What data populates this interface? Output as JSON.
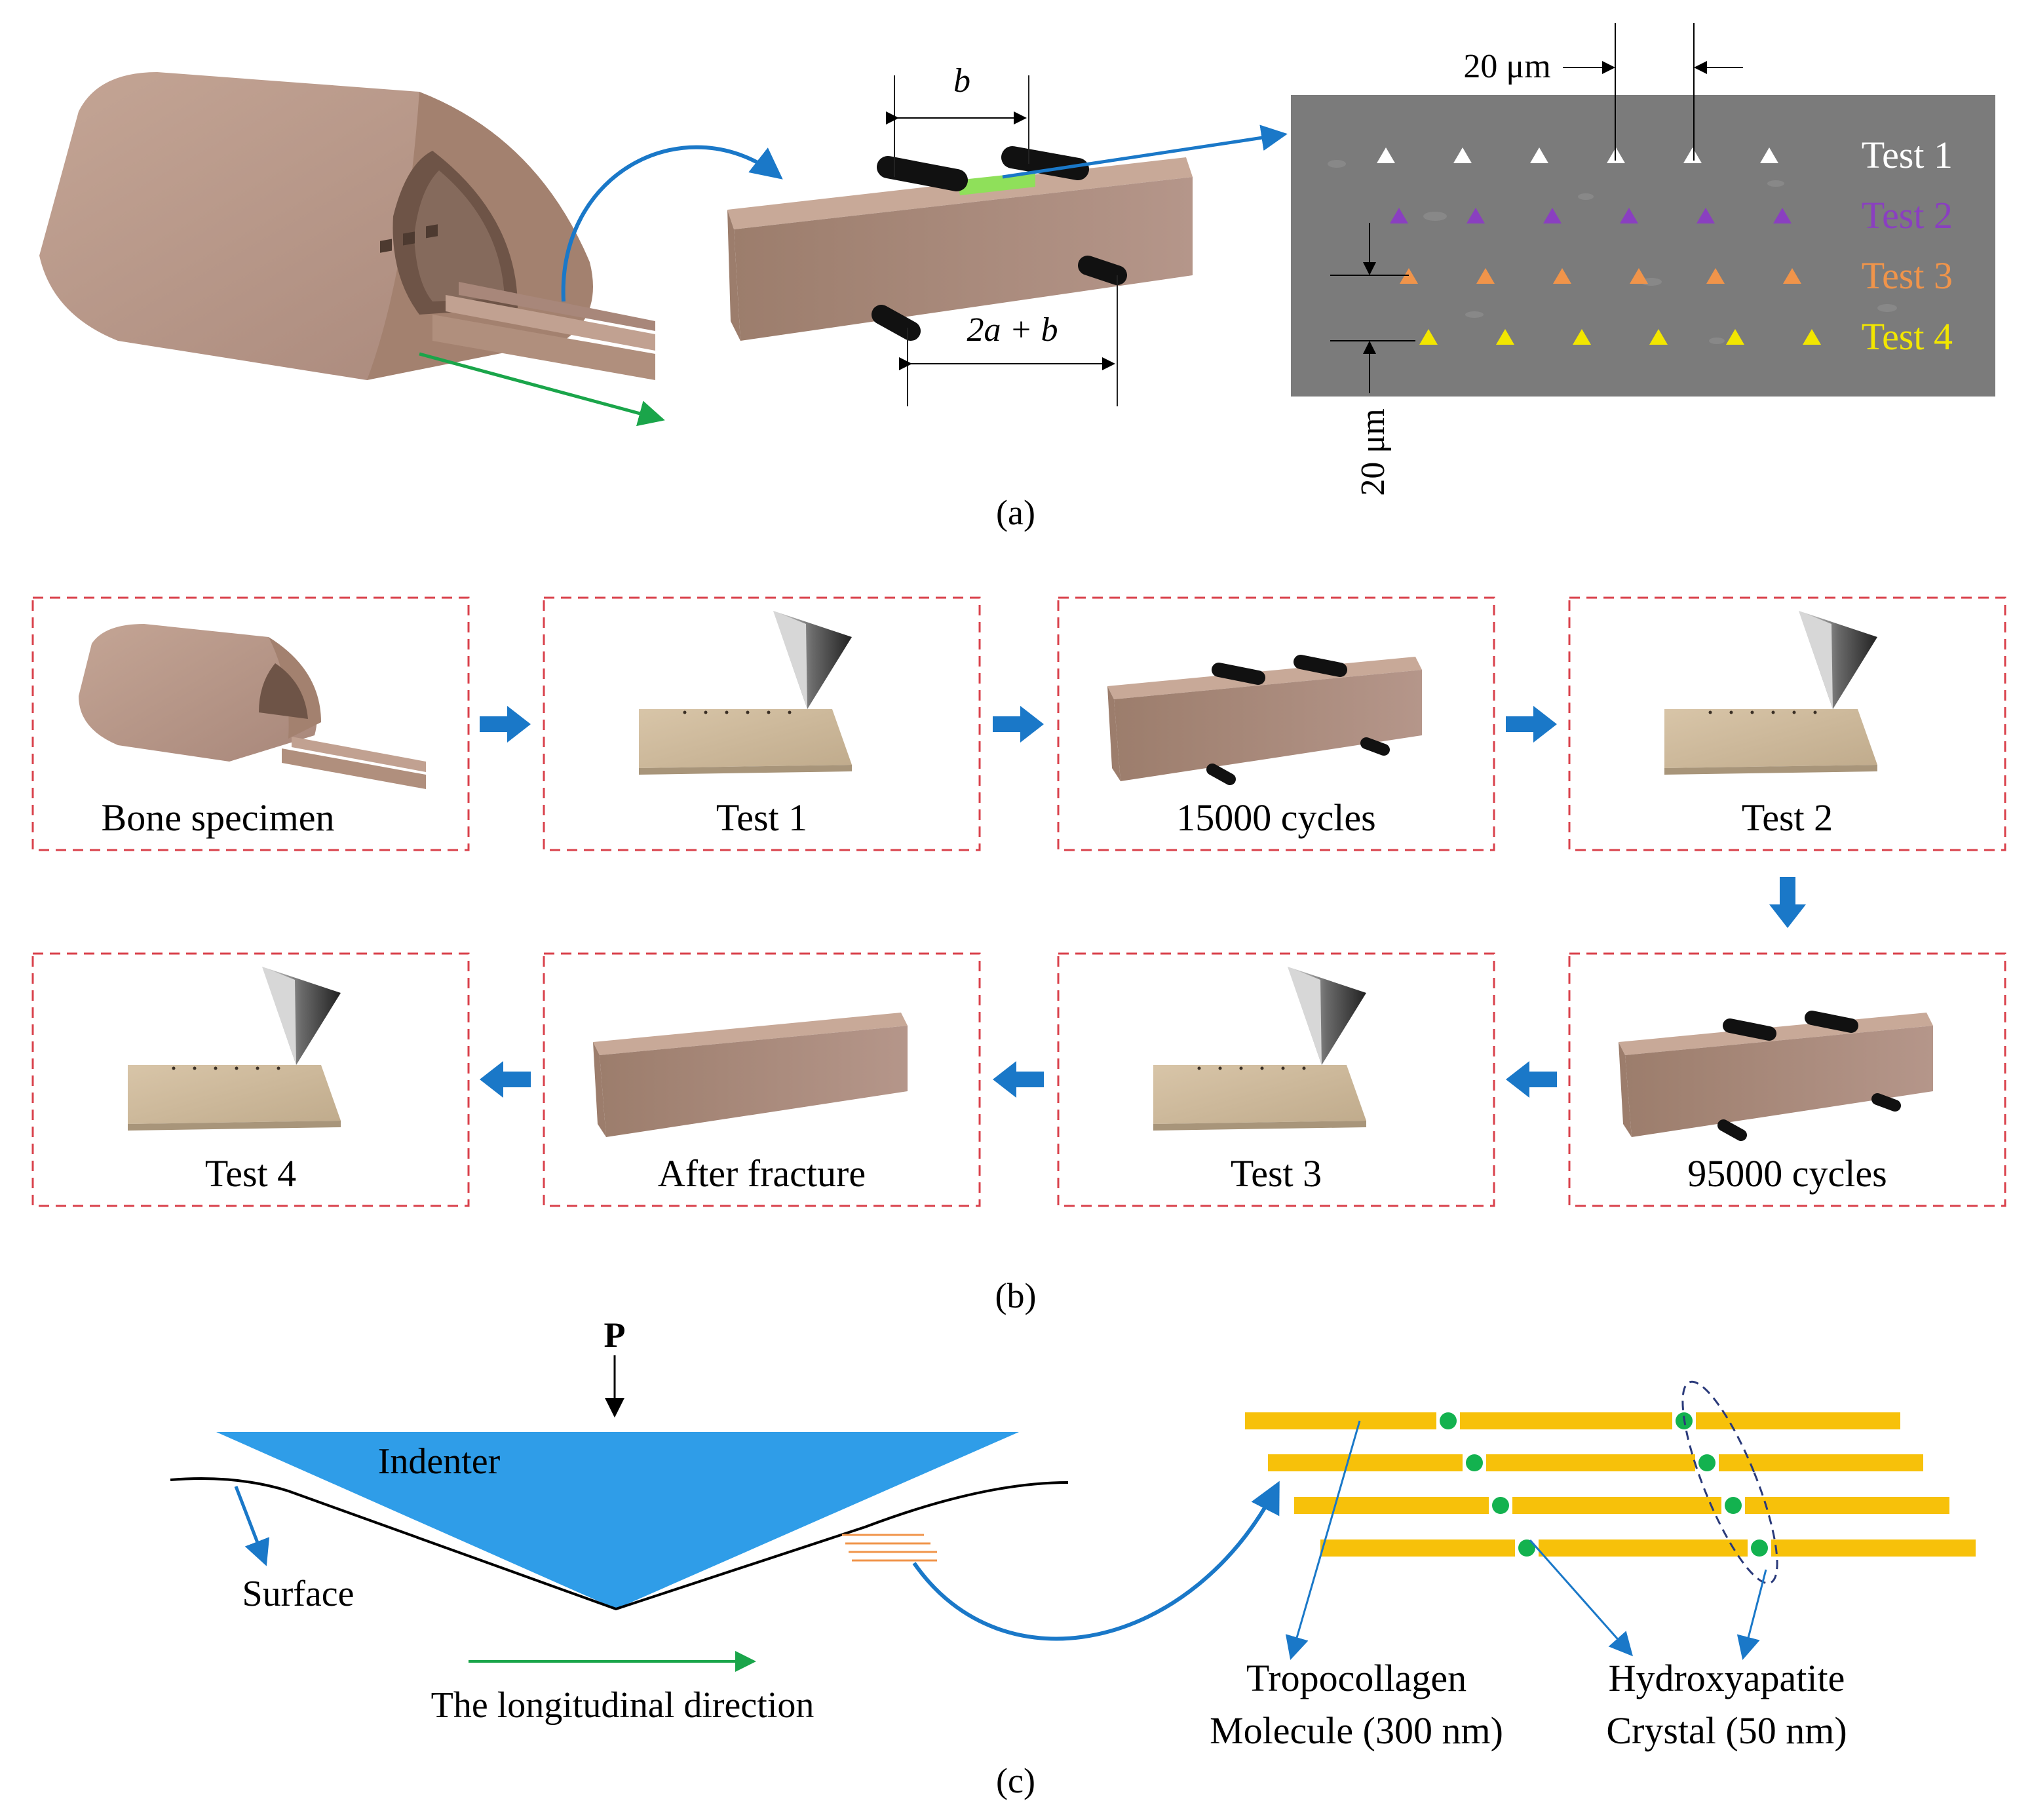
{
  "panel_a": {
    "caption": "(a)",
    "dim_b": "b",
    "dim_span": "2a + b",
    "scale_horizontal": "20 μm",
    "scale_vertical": "20 μm",
    "tests": [
      {
        "label": "Test 1",
        "color": "#ffffff"
      },
      {
        "label": "Test 2",
        "color": "#8a3fc0"
      },
      {
        "label": "Test 3",
        "color": "#f0944a"
      },
      {
        "label": "Test 4",
        "color": "#f2e600"
      }
    ]
  },
  "panel_b": {
    "caption": "(b)",
    "steps": [
      {
        "label": "Bone specimen",
        "kind": "bone"
      },
      {
        "label": "Test 1",
        "kind": "indent"
      },
      {
        "label": "15000 cycles",
        "kind": "beam-loaded"
      },
      {
        "label": "Test 2",
        "kind": "indent"
      },
      {
        "label": "95000 cycles",
        "kind": "beam-loaded"
      },
      {
        "label": "Test 3",
        "kind": "indent"
      },
      {
        "label": "After fracture",
        "kind": "beam"
      },
      {
        "label": "Test 4",
        "kind": "indent"
      }
    ]
  },
  "panel_c": {
    "caption": "(c)",
    "load": "P",
    "indenter": "Indenter",
    "surface": "Surface",
    "direction": "The longitudinal direction",
    "tropocollagen_line1": "Tropocollagen",
    "tropocollagen_line2": "Molecule (300 nm)",
    "hydroxyapatite_line1": "Hydroxyapatite",
    "hydroxyapatite_line2": "Crystal (50 nm)"
  },
  "colors": {
    "bone": "#b08f7d",
    "bone_dark": "#8f705f",
    "flow_arrow": "#1a78c8",
    "green_arrow": "#1aa54a",
    "indenter_fill": "#2f9de8",
    "collagen": "#f7c10a",
    "crystal": "#13b24f",
    "box_border": "#d9414b",
    "sem_bg": "#7b7b7b"
  }
}
